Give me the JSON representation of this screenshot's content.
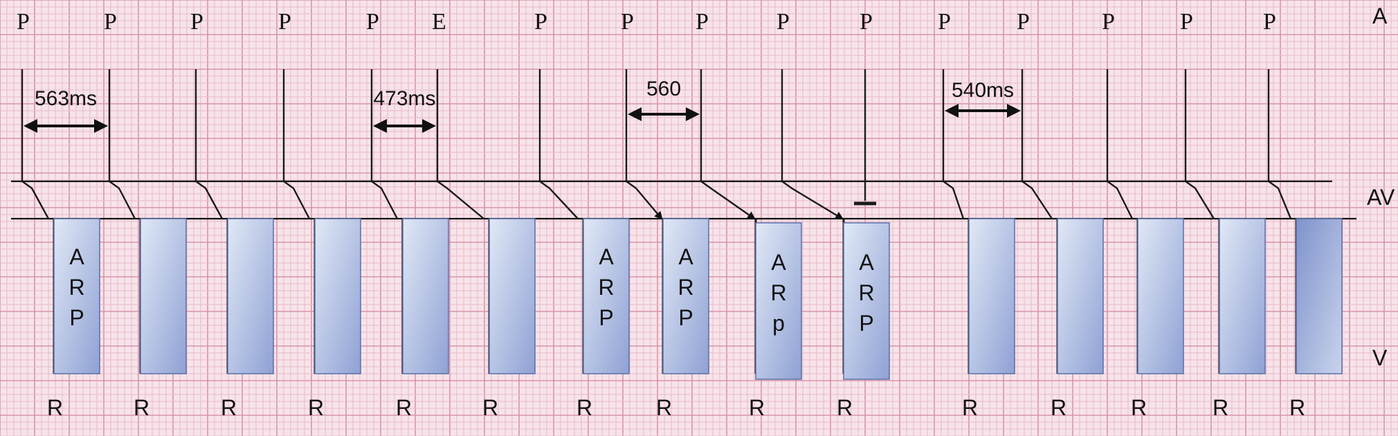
{
  "rows": {
    "atrium": "A",
    "av_node": "AV",
    "ventricle": "V"
  },
  "beats": [
    {
      "p": "P",
      "r": "R",
      "arp": [
        "A",
        "R",
        "P"
      ]
    },
    {
      "p": "P",
      "r": "R",
      "arp": []
    },
    {
      "p": "P",
      "r": "R",
      "arp": []
    },
    {
      "p": "P",
      "r": "R",
      "arp": []
    },
    {
      "p": "P",
      "r": "R",
      "arp": []
    },
    {
      "p": "E",
      "r": "R",
      "arp": []
    },
    {
      "p": "P",
      "r": "R",
      "arp": [
        "A",
        "R",
        "P"
      ]
    },
    {
      "p": "P",
      "r": "R",
      "arp": [
        "A",
        "R",
        "P"
      ]
    },
    {
      "p": "P",
      "r": "R",
      "arp": [
        "A",
        "R",
        "p"
      ]
    },
    {
      "p": "P",
      "r": "R",
      "arp": [
        "A",
        "R",
        "P"
      ]
    },
    {
      "p": "P",
      "r": "",
      "arp": []
    },
    {
      "p": "P",
      "r": "R",
      "arp": []
    },
    {
      "p": "P",
      "r": "R",
      "arp": []
    },
    {
      "p": "P",
      "r": "R",
      "arp": []
    },
    {
      "p": "P",
      "r": "R",
      "arp": []
    },
    {
      "p": "P",
      "r": "R",
      "arp": []
    }
  ],
  "measurements": [
    {
      "label": "563ms",
      "from": 0,
      "to": 1
    },
    {
      "label": "473ms",
      "from": 4,
      "to": 5
    },
    {
      "label": "560",
      "from": 7,
      "to": 8
    },
    {
      "label": "540ms",
      "from": 11,
      "to": 12
    }
  ],
  "colors": {
    "paper": "#f7e4ea",
    "box_light": "#dde6f4",
    "box_dark": "#8b9ed2"
  }
}
